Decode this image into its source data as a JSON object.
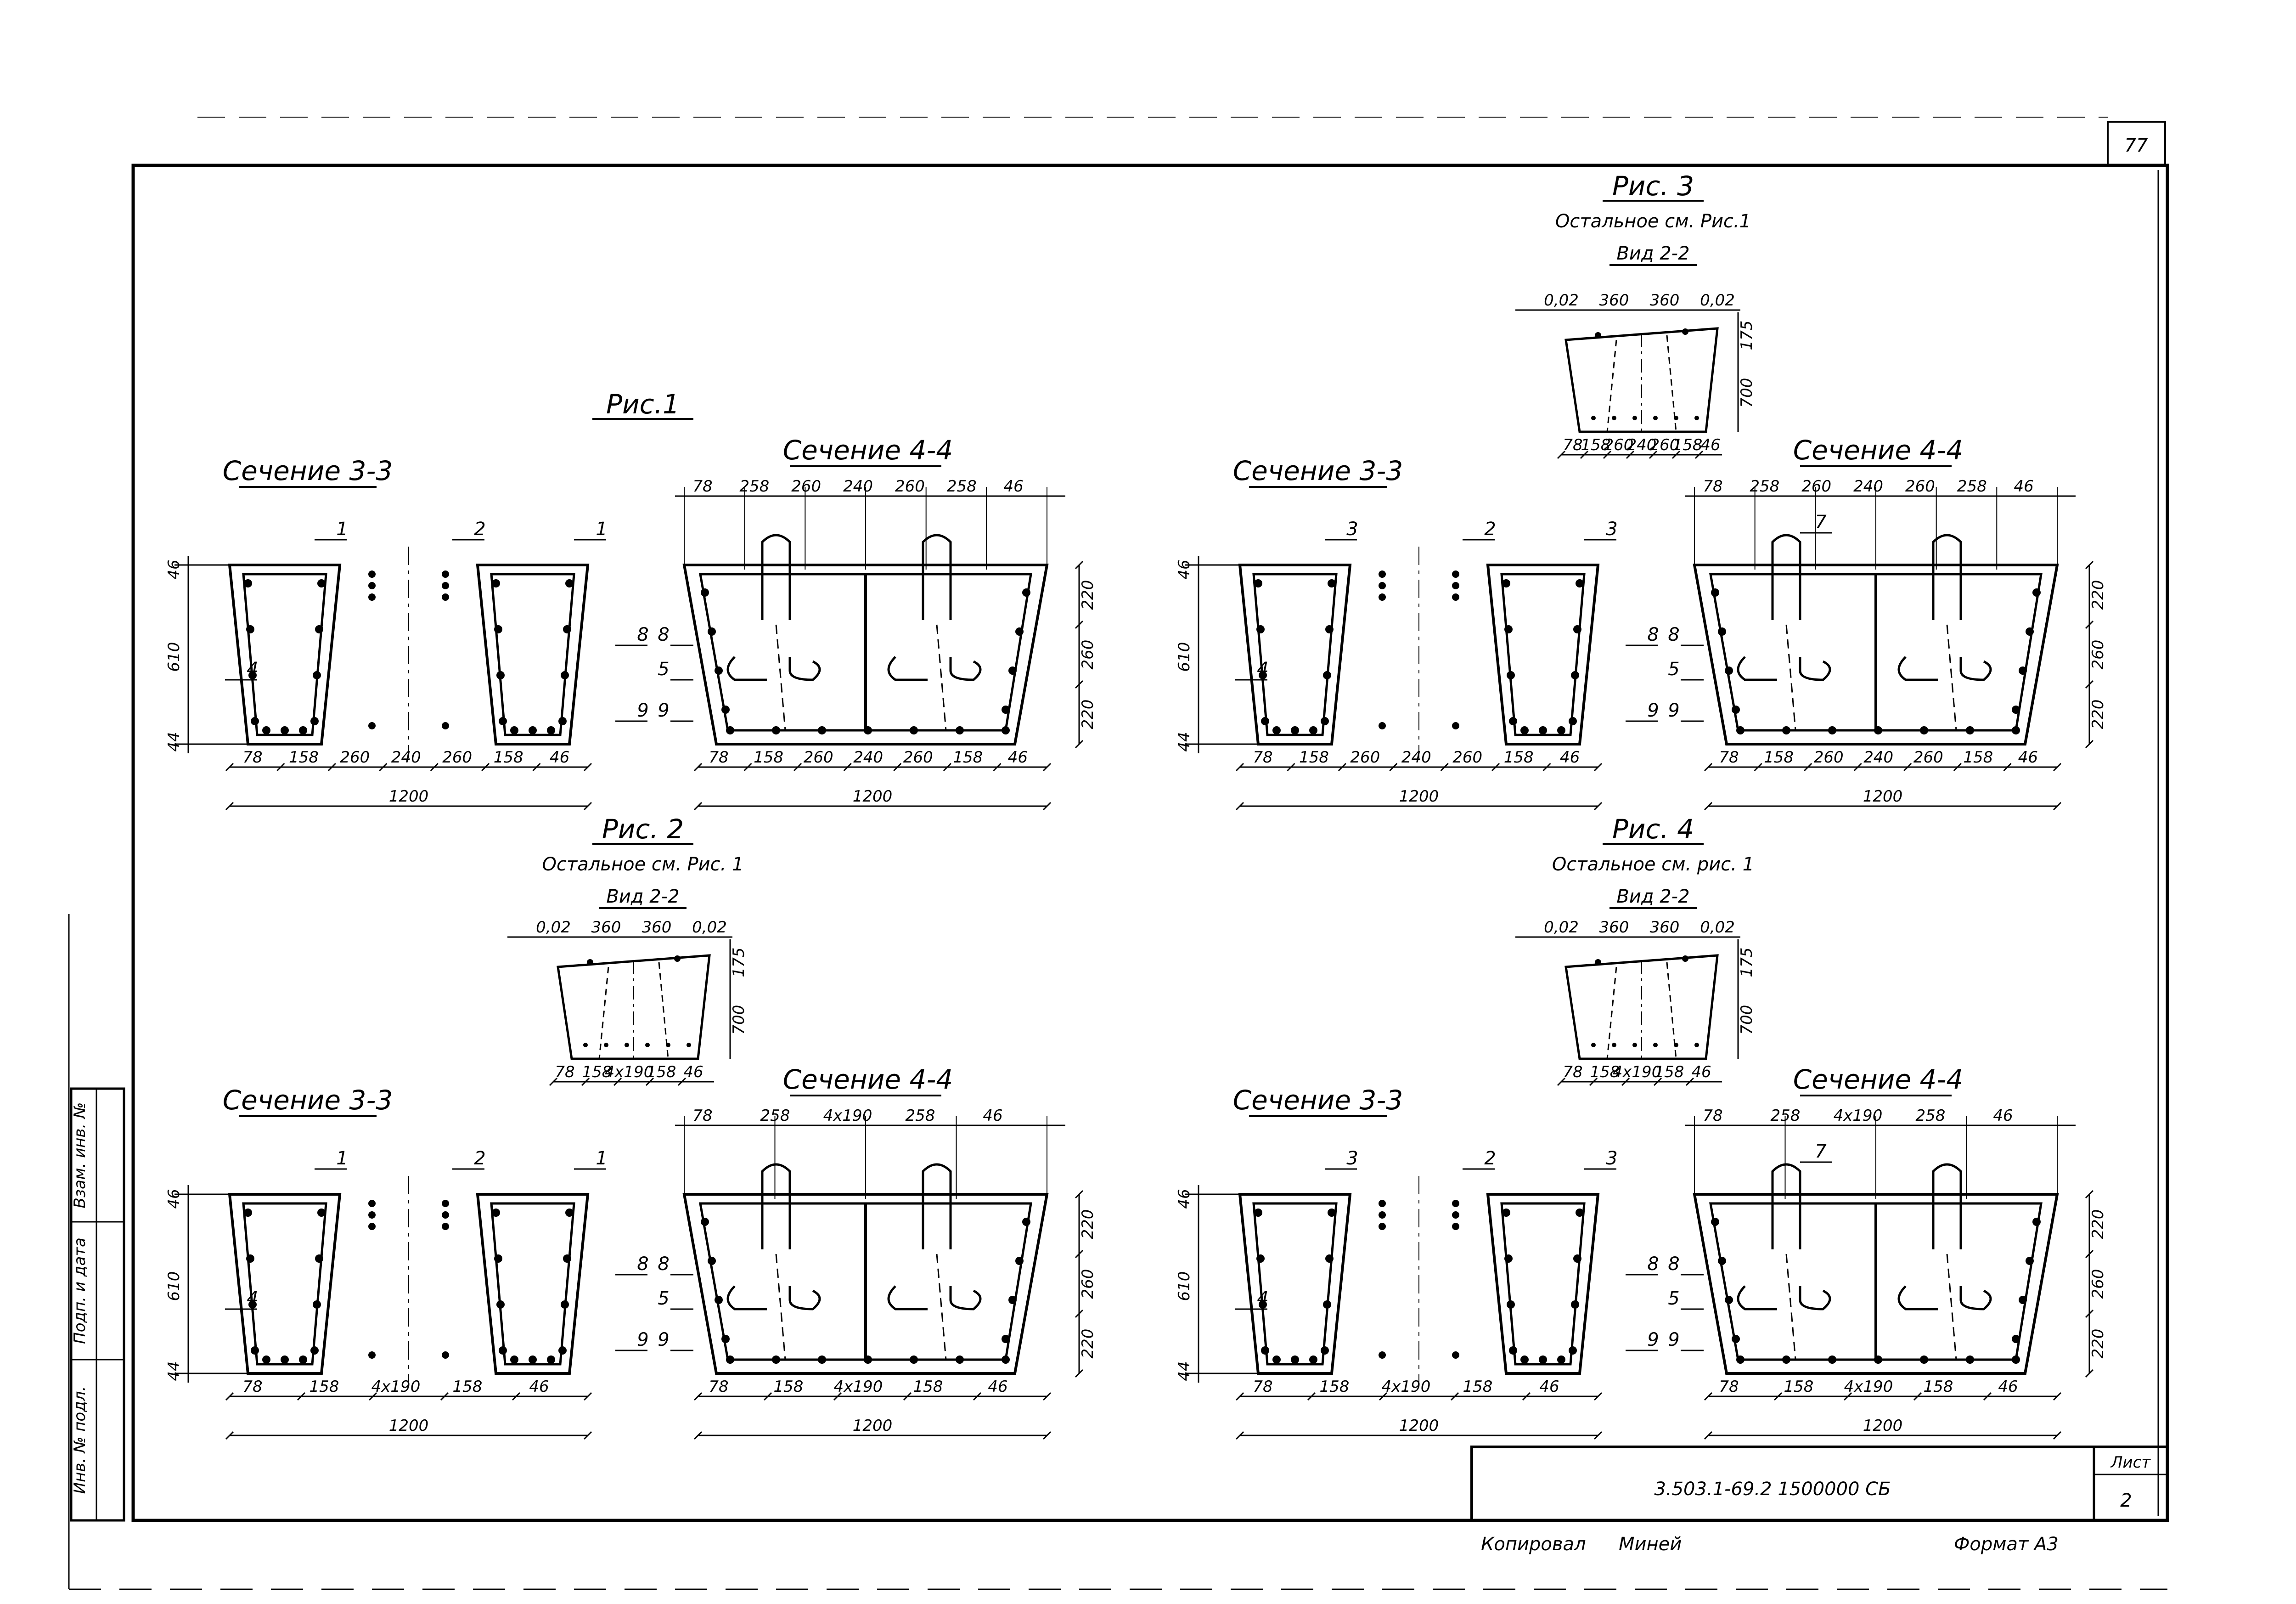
{
  "sheet": {
    "page_number": "77",
    "doc_code": "3.503.1-69.2 1500000 СБ",
    "sheet_label": "Лист",
    "sheet_number": "2",
    "copied_by": "Копировал",
    "copier_name": "Миней",
    "format": "Формат А3",
    "side_labels": [
      "Инв. № подл.",
      "Подп. и дата",
      "Взам. инв. №"
    ]
  },
  "figures": [
    {
      "title": "Рис.1",
      "note": "",
      "view": "",
      "section_a": {
        "title": "Сечение 3-3",
        "callouts": [
          "1",
          "2",
          "1",
          "4",
          "8",
          "9"
        ],
        "vdims": [
          "46",
          "610",
          "44"
        ],
        "hdims": [
          "78",
          "158",
          "260",
          "240",
          "260",
          "158",
          "46"
        ],
        "total": "1200"
      },
      "section_b": {
        "title": "Сечение 4-4",
        "callouts": [
          "8",
          "5",
          "9"
        ],
        "top_dims": [
          "78",
          "258",
          "260",
          "240",
          "260",
          "258",
          "46"
        ],
        "vdims": [
          "220",
          "260",
          "220"
        ],
        "hdims": [
          "78",
          "158",
          "260",
          "240",
          "260",
          "158",
          "46"
        ],
        "total": "1200"
      }
    },
    {
      "title": "Рис. 3",
      "note": "Остальное см. Рис.1",
      "view": "Вид 2-2",
      "view_dims": {
        "top": [
          "0,02",
          "360",
          "360",
          "0,02"
        ],
        "vdims": [
          "175",
          "700"
        ],
        "bottom": [
          "78",
          "158",
          "260",
          "240",
          "260",
          "158",
          "46"
        ]
      },
      "section_a": {
        "title": "Сечение 3-3",
        "callouts": [
          "3",
          "2",
          "3",
          "4",
          "8",
          "9"
        ],
        "vdims": [
          "46",
          "610",
          "44"
        ],
        "hdims": [
          "78",
          "158",
          "260",
          "240",
          "260",
          "158",
          "46"
        ],
        "total": "1200"
      },
      "section_b": {
        "title": "Сечение 4-4",
        "callouts": [
          "7",
          "8",
          "5",
          "9"
        ],
        "top_dims": [
          "78",
          "258",
          "260",
          "240",
          "260",
          "258",
          "46"
        ],
        "vdims": [
          "220",
          "260",
          "220"
        ],
        "hdims": [
          "78",
          "158",
          "260",
          "240",
          "260",
          "158",
          "46"
        ],
        "total": "1200"
      }
    },
    {
      "title": "Рис. 2",
      "note": "Остальное см. Рис. 1",
      "view": "Вид 2-2",
      "view_dims": {
        "top": [
          "0,02",
          "360",
          "360",
          "0,02"
        ],
        "vdims": [
          "175",
          "700"
        ],
        "bottom": [
          "78",
          "158",
          "4x190",
          "158",
          "46"
        ]
      },
      "section_a": {
        "title": "Сечение 3-3",
        "callouts": [
          "1",
          "2",
          "1",
          "4",
          "8",
          "9"
        ],
        "vdims": [
          "46",
          "610",
          "44"
        ],
        "hdims": [
          "78",
          "158",
          "4x190",
          "158",
          "46"
        ],
        "total": "1200"
      },
      "section_b": {
        "title": "Сечение 4-4",
        "callouts": [
          "8",
          "5",
          "9"
        ],
        "top_dims": [
          "78",
          "258",
          "4x190",
          "258",
          "46"
        ],
        "vdims": [
          "220",
          "260",
          "220"
        ],
        "hdims": [
          "78",
          "158",
          "4x190",
          "158",
          "46"
        ],
        "total": "1200"
      }
    },
    {
      "title": "Рис. 4",
      "note": "Остальное см. рис. 1",
      "view": "Вид 2-2",
      "view_dims": {
        "top": [
          "0,02",
          "360",
          "360",
          "0,02"
        ],
        "vdims": [
          "175",
          "700"
        ],
        "bottom": [
          "78",
          "158",
          "4x190",
          "158",
          "46"
        ]
      },
      "section_a": {
        "title": "Сечение 3-3",
        "callouts": [
          "3",
          "2",
          "3",
          "4",
          "8",
          "9"
        ],
        "vdims": [
          "46",
          "610",
          "44"
        ],
        "hdims": [
          "78",
          "158",
          "4x190",
          "158",
          "46"
        ],
        "total": "1200"
      },
      "section_b": {
        "title": "Сечение 4-4",
        "callouts": [
          "7",
          "8",
          "5",
          "9"
        ],
        "top_dims": [
          "78",
          "258",
          "4x190",
          "258",
          "46"
        ],
        "vdims": [
          "220",
          "260",
          "220"
        ],
        "hdims": [
          "78",
          "158",
          "4x190",
          "158",
          "46"
        ],
        "total": "1200"
      }
    }
  ]
}
